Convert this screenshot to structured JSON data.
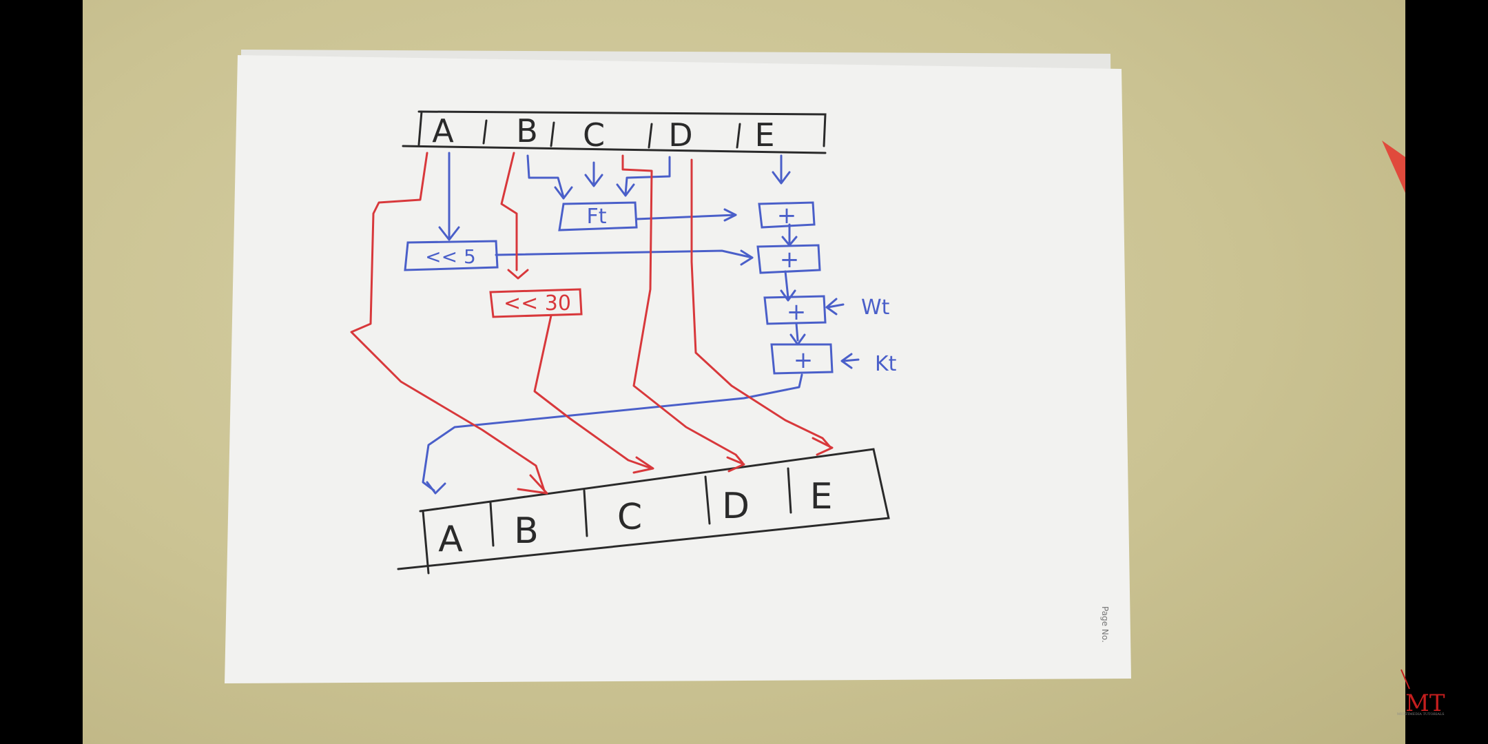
{
  "diagram": {
    "input_registers": [
      "A",
      "B",
      "C",
      "D",
      "E"
    ],
    "output_registers": [
      "A",
      "B",
      "C",
      "D",
      "E"
    ],
    "boxes": {
      "function": "Ft",
      "rotate_a": "<< 5",
      "rotate_b": "<< 30",
      "adder_symbol": "+"
    },
    "side_inputs": {
      "w": "Wt",
      "k": "Kt"
    },
    "colors": {
      "blue": "#4a5fc9",
      "red": "#d8383b",
      "ink": "#2a2a2a",
      "paper": "#f1f1ef"
    }
  },
  "paper": {
    "footer_label": "Page No."
  },
  "watermark": {
    "logo": "MT",
    "tagline": "MULTIMEDIA TUTORIALS"
  }
}
